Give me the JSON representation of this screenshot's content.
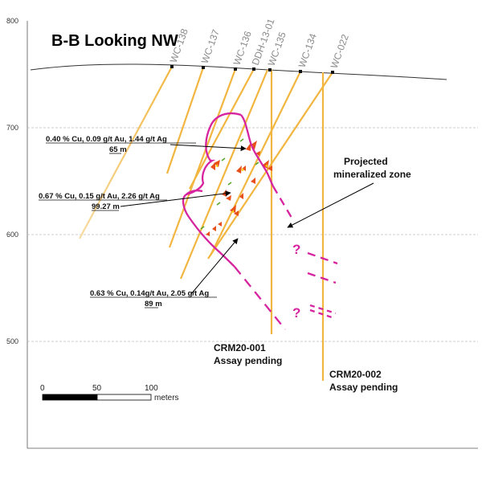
{
  "title": "B-B Looking NW",
  "elevation_labels": [
    "800",
    "700",
    "600",
    "500"
  ],
  "drill_holes": [
    "WC-138",
    "WC-137",
    "WC-136",
    "DDH-13-01",
    "WC-135",
    "WC-134",
    "WC-022"
  ],
  "assays": [
    {
      "line1": "0.40 % Cu, 0.09 g/t Au, 1.44 g/t Ag",
      "line2": "65 m"
    },
    {
      "line1": "0.67 % Cu, 0.15 g/t Au, 2.26 g/t Ag",
      "line2": "99.27 m"
    },
    {
      "line1": "0.63 % Cu, 0.14g/t Au, 2.05 g/t Ag",
      "line2": "89 m"
    }
  ],
  "projected_zone": {
    "line1": "Projected",
    "line2": "mineralized zone"
  },
  "pending_holes": [
    {
      "line1": "CRM20-001",
      "line2": "Assay pending"
    },
    {
      "line1": "CRM20-002",
      "line2": "Assay pending"
    }
  ],
  "question_mark": "?",
  "scale_bar": {
    "ticks": [
      "0",
      "50",
      "100"
    ],
    "unit": "meters"
  },
  "colors": {
    "drill_trace": "#f2b640",
    "mineralized_outline": "#d6249f",
    "topography": "#333333",
    "assay_bars": "#e8501b",
    "assay_highlight": "#ffd200",
    "gridline": "#bcbcbc"
  }
}
